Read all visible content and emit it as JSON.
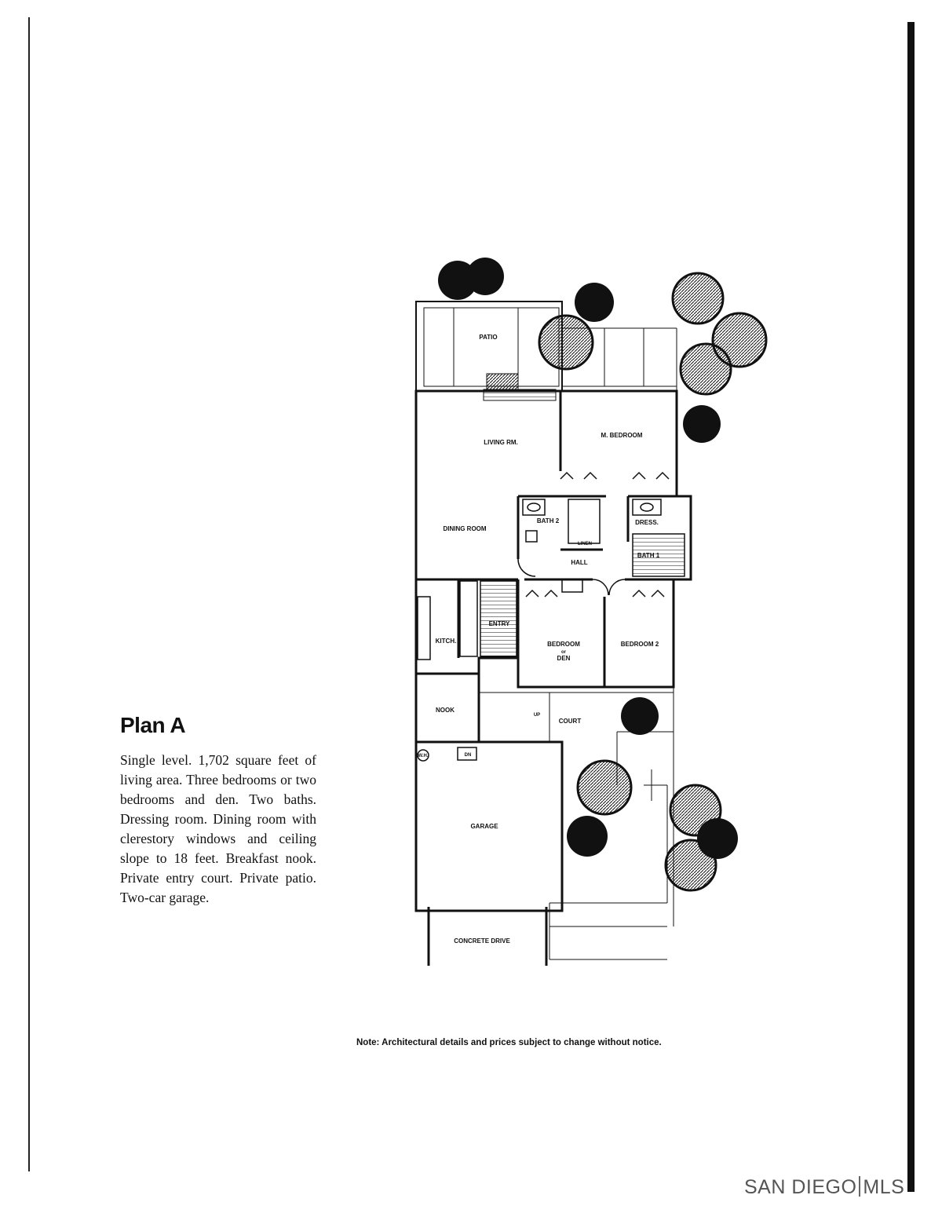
{
  "plan": {
    "title": "Plan A",
    "description": "Single level. 1,702 square feet of living area. Three bedrooms or two bedrooms and den. Two baths. Dressing room. Dining room with clerestory windows and ceiling slope to 18 feet. Breakfast nook. Private entry court. Private patio. Two-car garage."
  },
  "rooms": {
    "patio": "PATIO",
    "living": "LIVING RM.",
    "m_bedroom": "M. BEDROOM",
    "bath2": "BATH 2",
    "dress": "DRESS.",
    "dining": "DINING ROOM",
    "linen": "LINEN",
    "hall": "HALL",
    "bath1": "BATH 1",
    "entry": "ENTRY",
    "kitch": "KITCH.",
    "bedroom_or_den_1": "BEDROOM",
    "bedroom_or_den_2": "or",
    "bedroom_or_den_3": "DEN",
    "bedroom2": "BEDROOM 2",
    "nook": "NOOK",
    "up": "UP",
    "court": "COURT",
    "wh": "W.H.",
    "dn": "DN",
    "garage": "GARAGE",
    "drive": "CONCRETE DRIVE"
  },
  "note": "Note: Architectural details and prices subject to change without notice.",
  "watermark": {
    "left": "SAN DIEGO",
    "right": "MLS"
  },
  "colors": {
    "ink": "#111111",
    "paper": "#ffffff",
    "watermark": "#555555"
  }
}
